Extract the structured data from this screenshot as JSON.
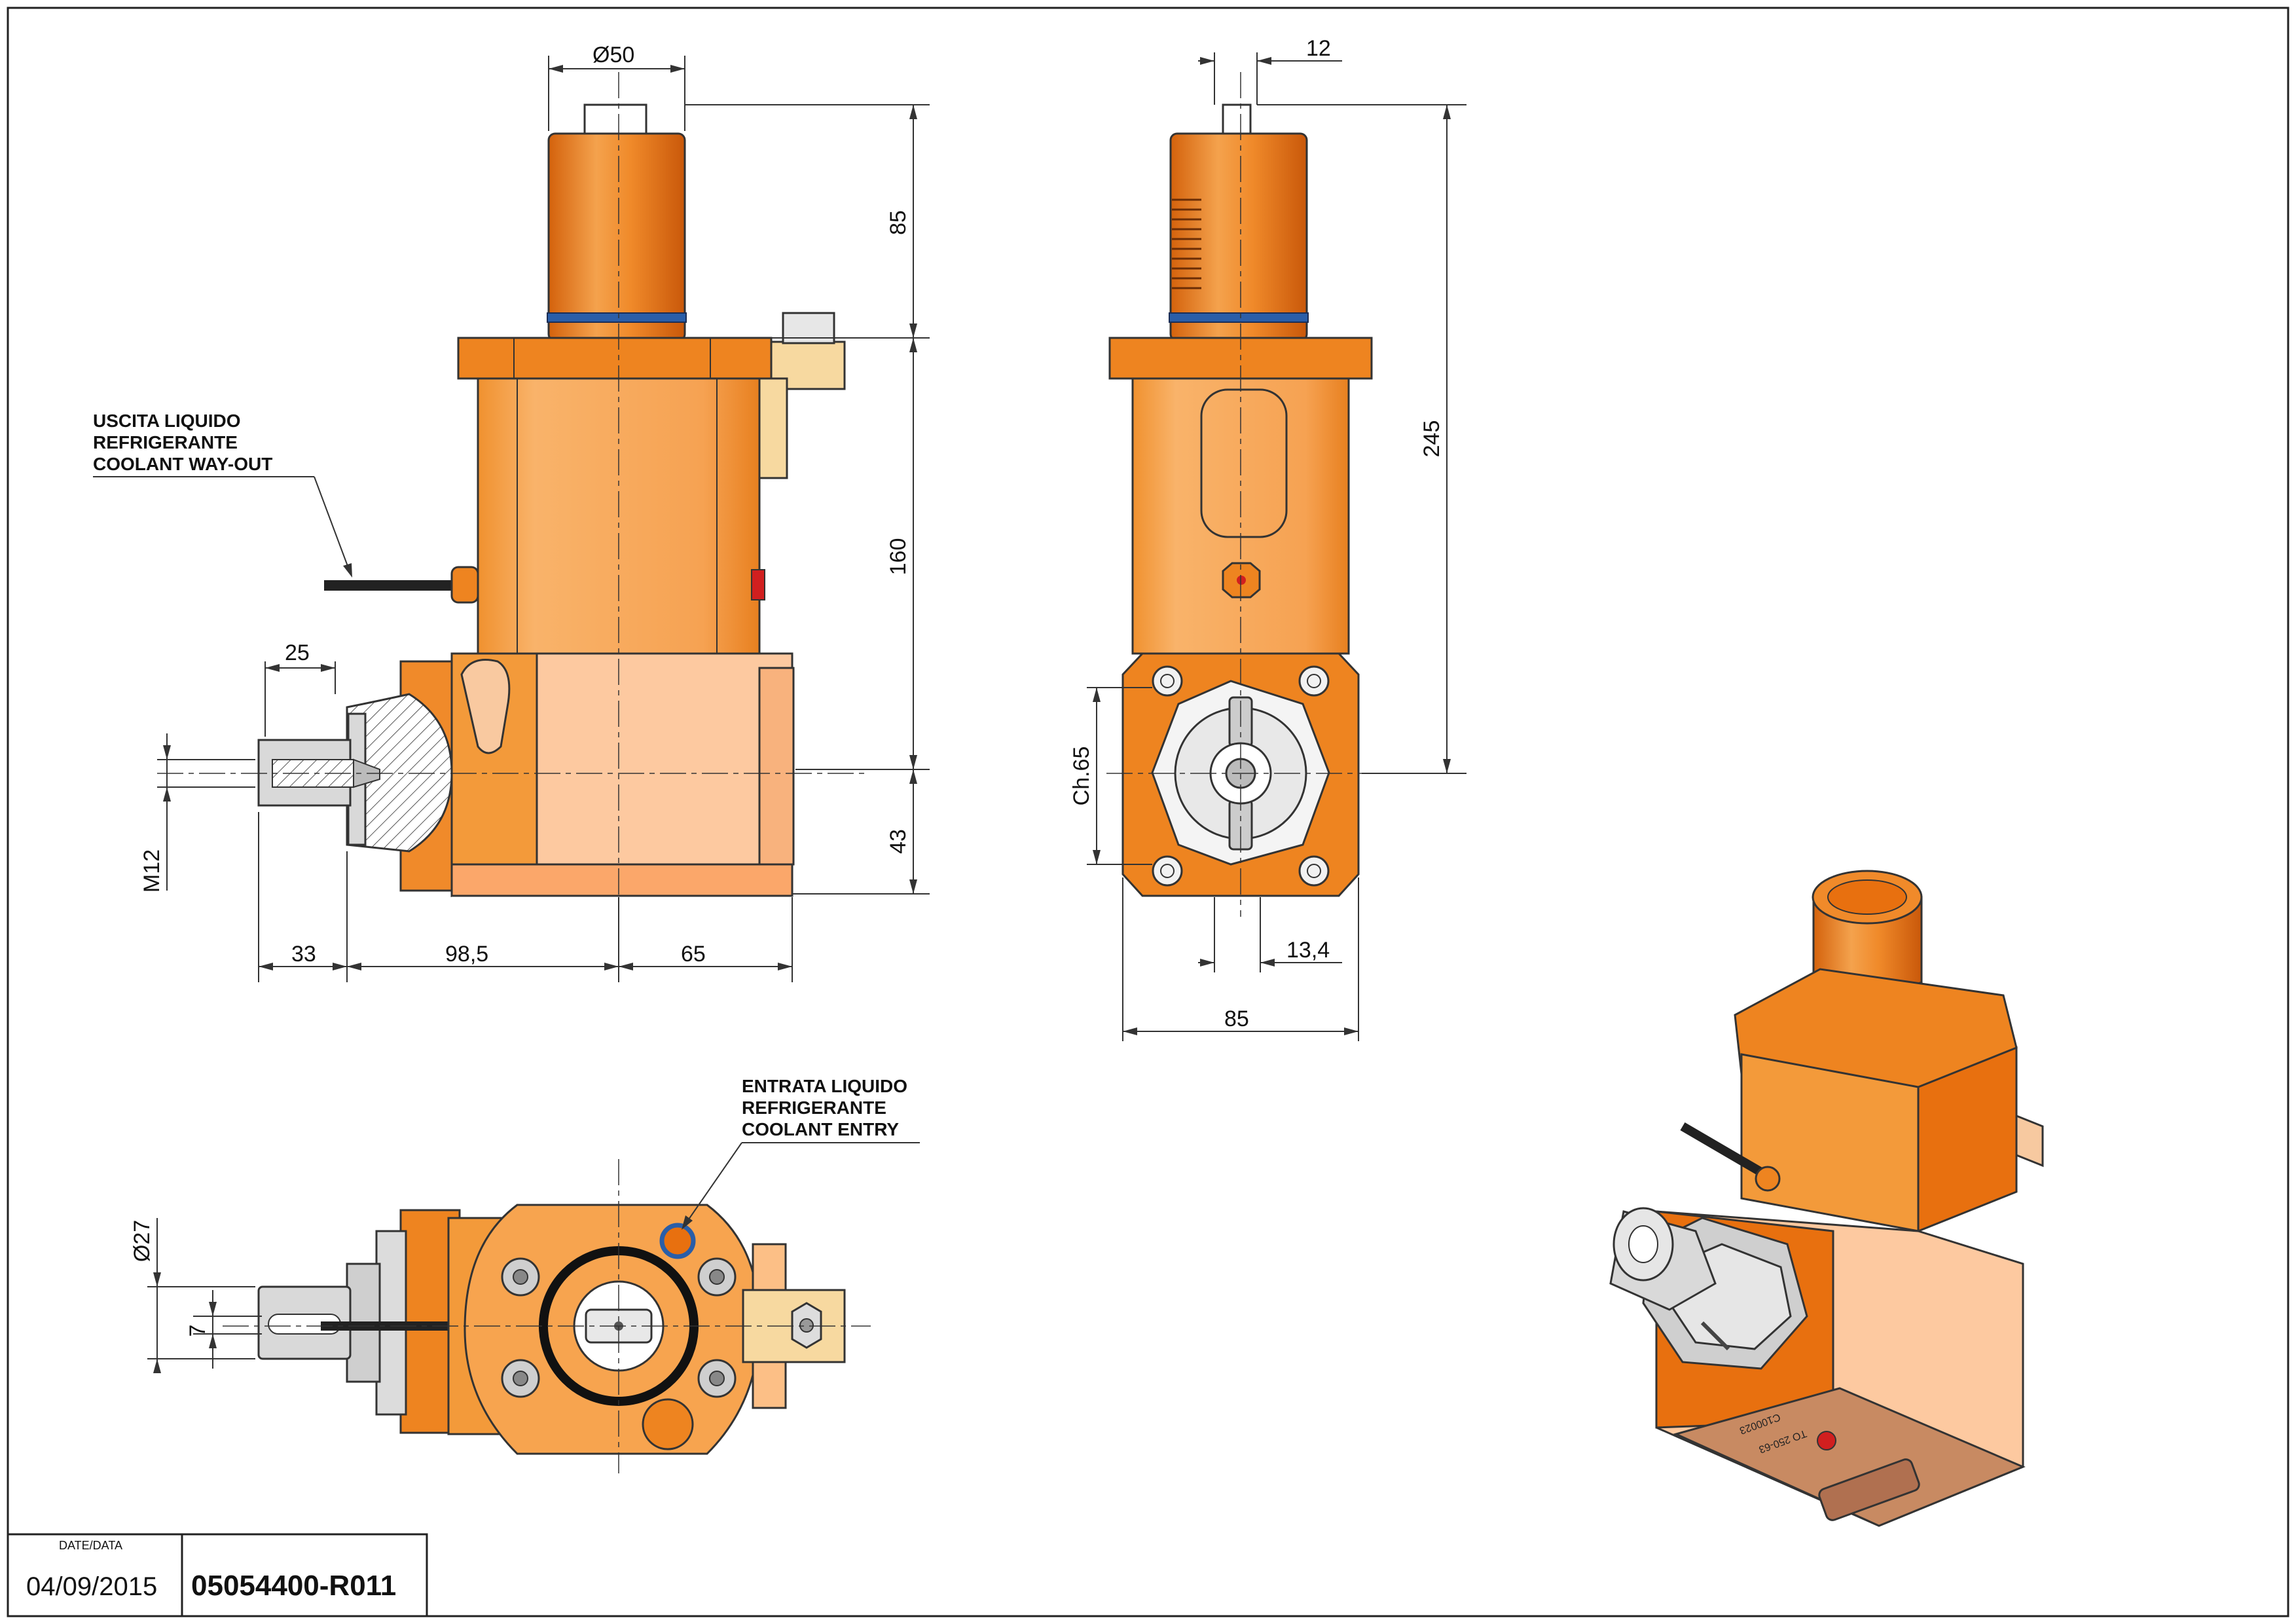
{
  "side_view": {
    "dims": {
      "dia_top": "Ø50",
      "h_top": "85",
      "h_mid": "160",
      "h_bottom": "43",
      "w_shaft_len": "25",
      "thread": "M12",
      "w_left": "33",
      "w_mid": "98,5",
      "w_right": "65"
    },
    "note": [
      "USCITA LIQUIDO",
      "REFRIGERANTE",
      "COOLANT WAY-OUT"
    ]
  },
  "front_view": {
    "dims": {
      "top_offset": "12",
      "total_h": "245",
      "chamfer": "Ch.65",
      "bottom_offset": "13,4",
      "width": "85"
    }
  },
  "top_view": {
    "dims": {
      "dia_shaft": "Ø27",
      "key": "7"
    },
    "note": [
      "ENTRATA LIQUIDO",
      "REFRIGERANTE",
      "COOLANT ENTRY"
    ]
  },
  "iso_view": {
    "marking": [
      "C100023",
      "TO 250-63"
    ]
  },
  "title_block": {
    "date_label": "DATE/DATA",
    "date": "04/09/2015",
    "code": "05054400-R011"
  },
  "colors": {
    "orange_dark": "#e8700f",
    "orange_main": "#f39a3a",
    "orange_light": "#fbbb7d",
    "peach": "#fdc9a0",
    "tan": "#f7d9a0"
  }
}
